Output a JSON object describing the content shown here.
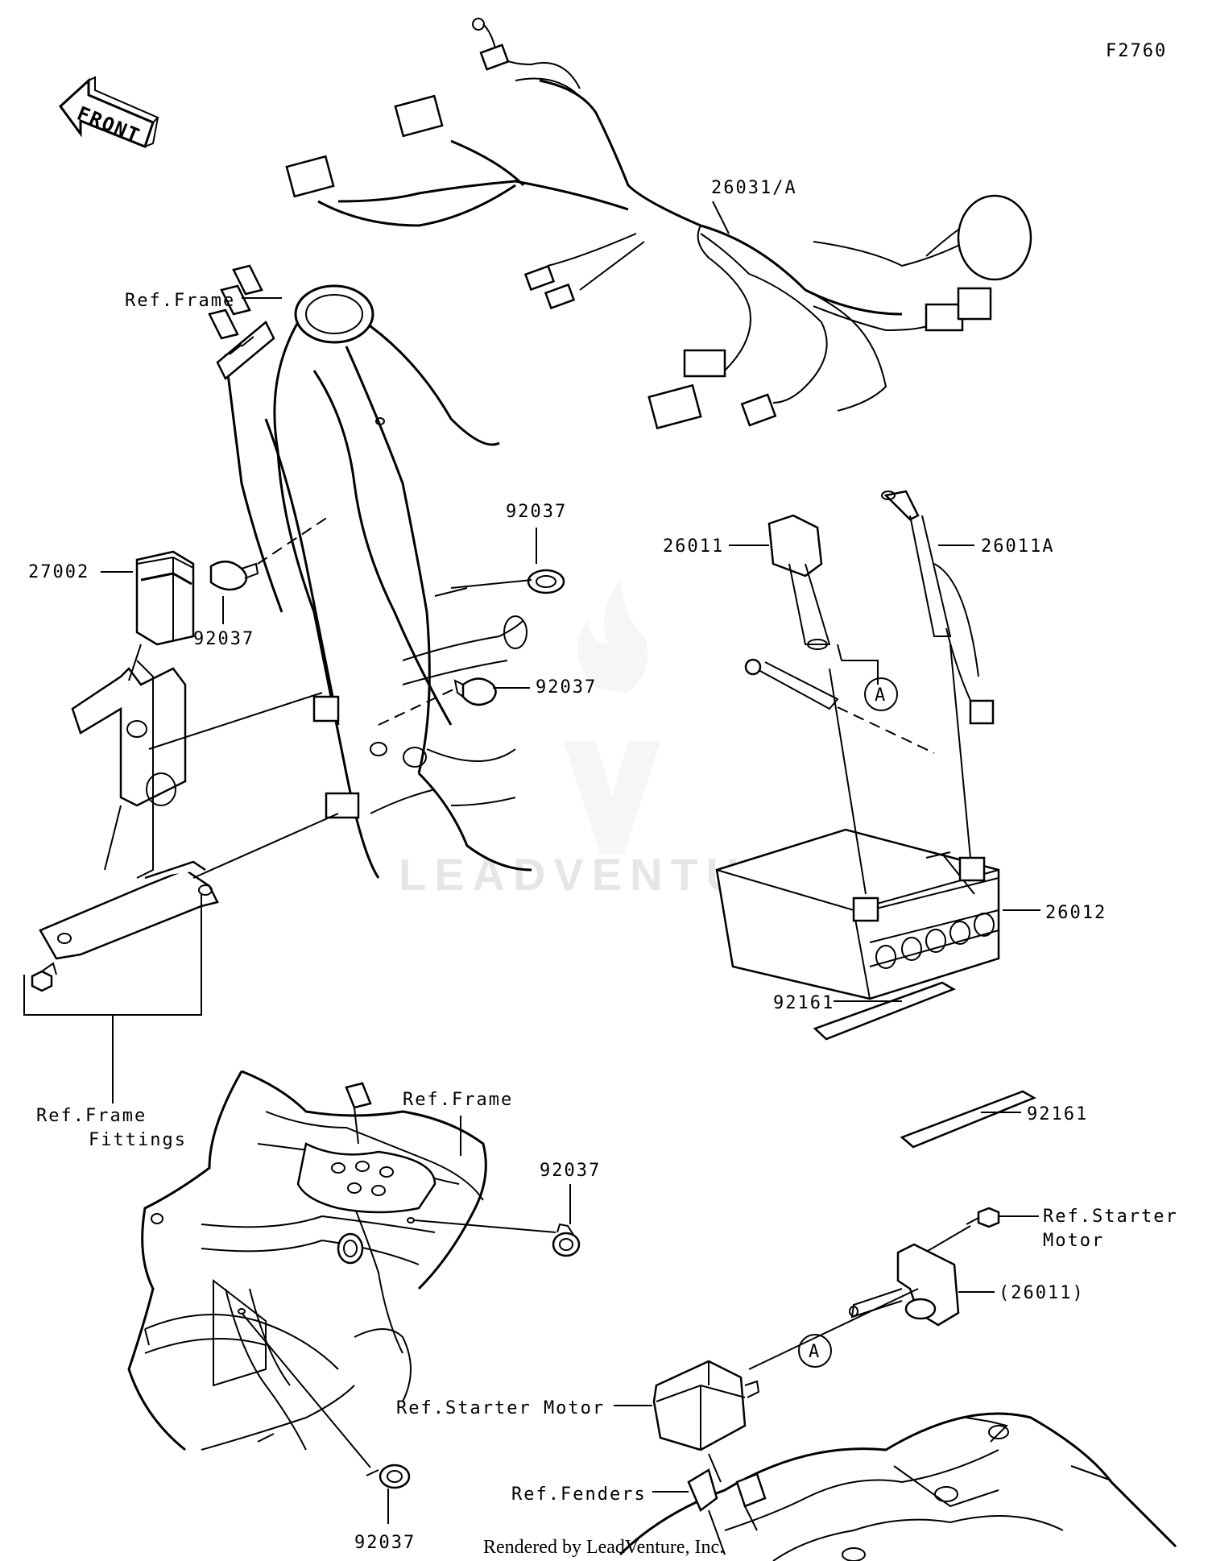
{
  "figure_code": "F2760",
  "front_arrow_label": "FRONT",
  "watermark": "LEADVENTURE",
  "footer": "Rendered by LeadVenture, Inc.",
  "callout_marker": "A",
  "labels": {
    "harness": "26031/A",
    "ref_frame_top": "Ref.Frame",
    "relay_27002": "27002",
    "clamp_left": "92037",
    "clamp_upper": "92037",
    "clamp_mid": "92037",
    "cable_26011": "26011",
    "cable_26011A": "26011A",
    "battery": "26012",
    "pad_upper": "92161",
    "pad_lower": "92161",
    "ref_frame_fittings_1": "Ref.Frame",
    "ref_frame_fittings_2": "Fittings",
    "ref_frame_bottom": "Ref.Frame",
    "clamp_bottom_right": "92037",
    "clamp_bottom": "92037",
    "ref_starter_motor_1": "Ref.Starter",
    "ref_starter_motor_2": "Motor",
    "cable_26011_paren": "(26011)",
    "ref_starter_motor_label": "Ref.Starter Motor",
    "ref_fenders": "Ref.Fenders"
  }
}
